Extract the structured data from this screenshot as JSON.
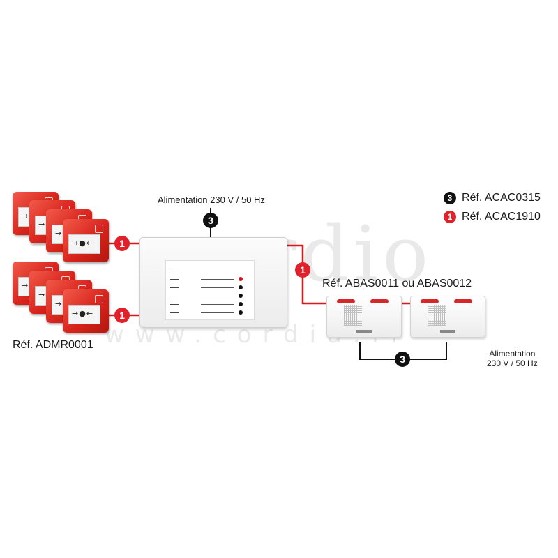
{
  "watermark": {
    "brand": "cordio",
    "url": "www.cordia.fr"
  },
  "legend": [
    {
      "badge": "3",
      "color": "black",
      "text": "Réf. ACAC0315"
    },
    {
      "badge": "1",
      "color": "red",
      "text": "Réf. ACAC1910"
    }
  ],
  "power_top": "Alimentation 230 V / 50 Hz",
  "power_right_line1": "Alimentation",
  "power_right_line2": "230 V / 50 Hz",
  "callpoints_ref": "Réf. ADMR0001",
  "sirens_ref": "Réf. ABAS0011 ou ABAS0012",
  "cable_badges": {
    "black": "3",
    "red": "1"
  },
  "colors": {
    "cable_red": "#d7191f",
    "cable_black": "#111111",
    "callpoint_red": "#d8231c"
  }
}
